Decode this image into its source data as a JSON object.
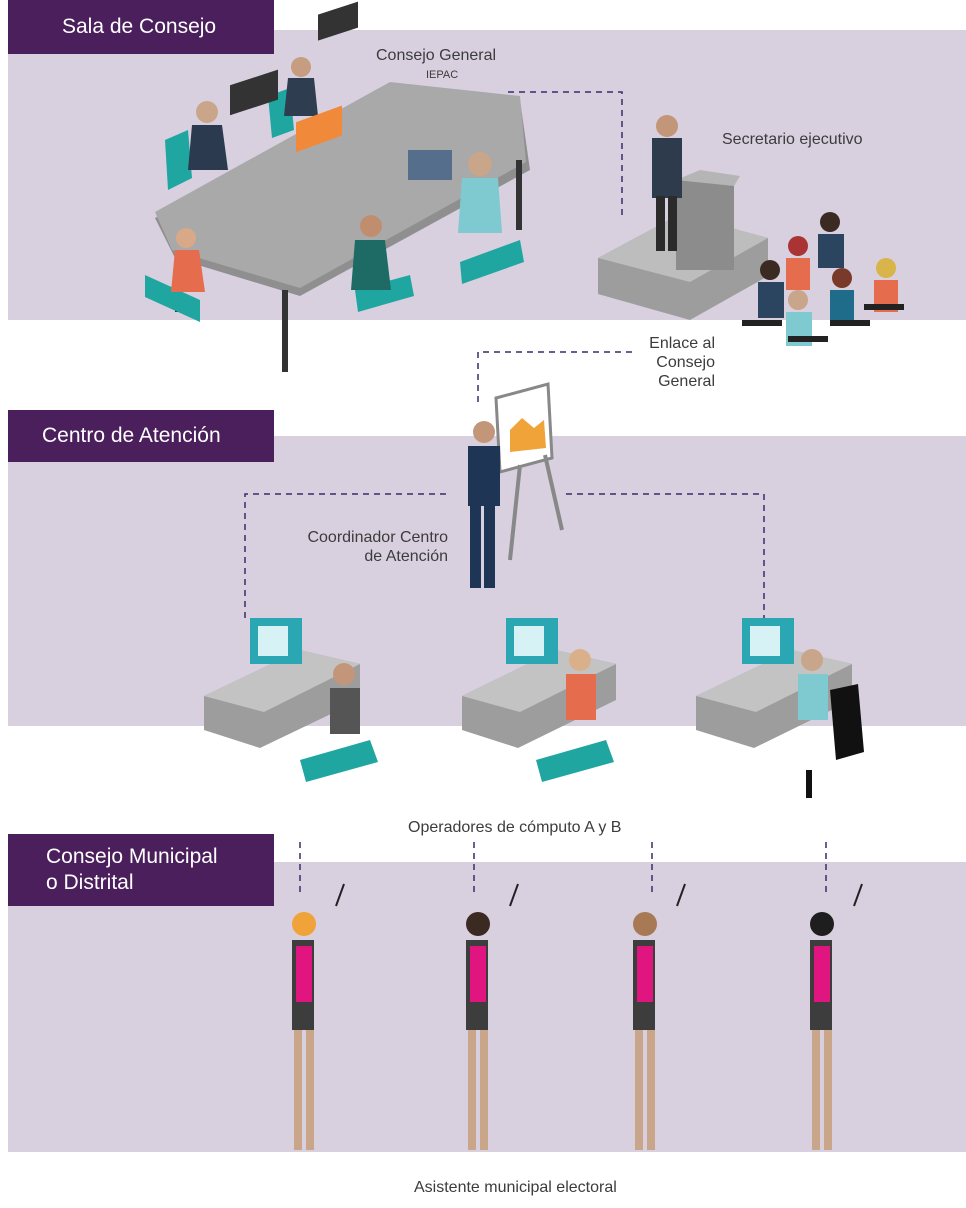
{
  "sections": {
    "sala": "Sala de Consejo",
    "centro": "Centro de Atención",
    "municipal_line1": "Consejo Municipal",
    "municipal_line2": "o Distrital"
  },
  "labels": {
    "consejo_general": "Consejo General",
    "iepac": "IEPAC",
    "secretario": "Secretario ejecutivo",
    "enlace_1": "Enlace al",
    "enlace_2": "Consejo",
    "enlace_3": "General",
    "coordinador_1": "Coordinador Centro",
    "coordinador_2": "de Atención",
    "operadores": "Operadores de cómputo A y B",
    "asistente": "Asistente municipal electoral"
  },
  "colors": {
    "band": "#d8d0df",
    "section_label": "#4a1f5c",
    "connector": "#3b2a6b",
    "chair": "#1fa6a0",
    "desk": "#9d9d9d",
    "blouse": "#e0157f"
  }
}
